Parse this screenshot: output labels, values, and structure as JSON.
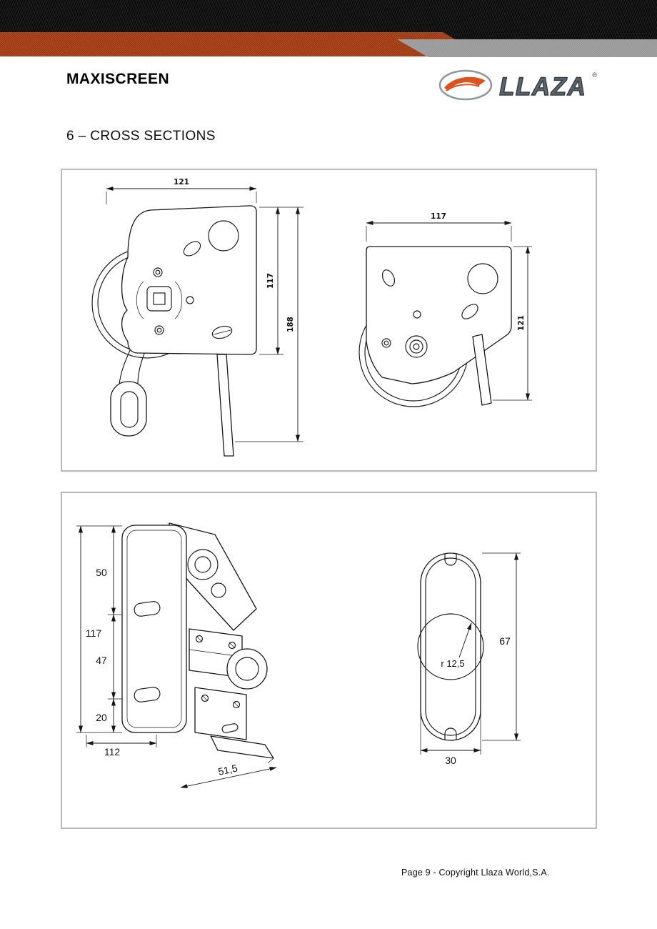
{
  "header": {
    "product_title": "MAXISCREEN",
    "logo": {
      "text": "LLAZA",
      "mark": "®"
    }
  },
  "section": {
    "heading": "6 – CROSS SECTIONS"
  },
  "figure1": {
    "left": {
      "dim_width": "121",
      "dim_plate_height": "117",
      "dim_total_height": "188"
    },
    "right": {
      "dim_width": "117",
      "dim_height": "121"
    }
  },
  "figure2": {
    "bracket": {
      "dim_top": "50",
      "dim_overall": "117",
      "dim_mid": "47",
      "dim_bottom": "20",
      "dim_width": "112",
      "dim_depth": "51,5"
    },
    "profile": {
      "dim_height": "67",
      "dim_width": "30",
      "dim_radius": "r 12,5"
    }
  },
  "footer": {
    "text": "Page 9 - Copyright Llaza World,S.A."
  },
  "colors": {
    "banner_black": "#0b0b0b",
    "banner_orange": "#b5471d",
    "banner_gray": "#a3a3a3",
    "logo_orange": "#d9541e",
    "box_border": "#b9b9b9"
  }
}
